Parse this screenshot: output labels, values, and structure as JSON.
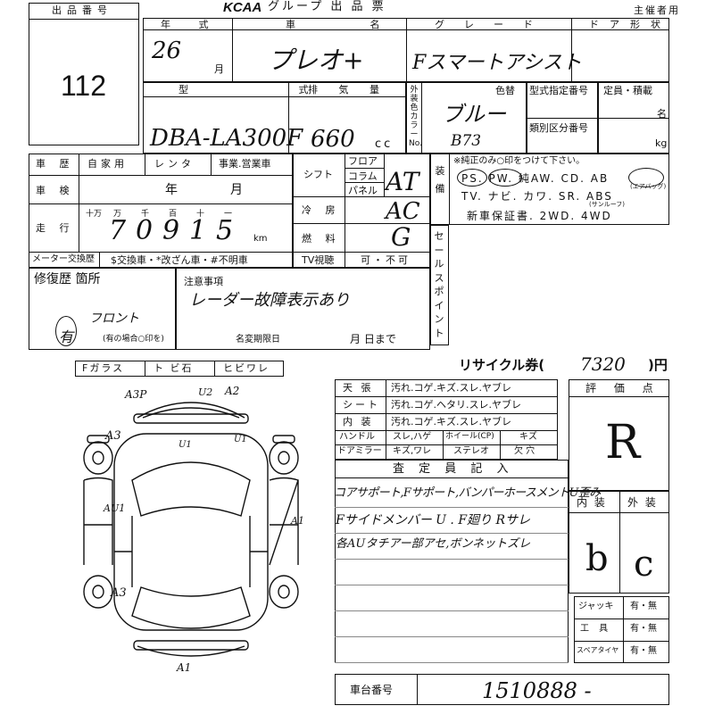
{
  "header": {
    "lot_label": "出品番号",
    "lot_number": "112",
    "brand": "KCAA",
    "title": "グループ 出 品 票",
    "organizer": "主催者用"
  },
  "top_row": {
    "year_label": "年 式",
    "car_label": "車 名",
    "grade_label": "グレード",
    "door_label": "ドア形状",
    "year": "26",
    "month_unit": "月",
    "car_name": "プレオ+",
    "grade": "Fスマートアシスト"
  },
  "model_row": {
    "model_label": "型 式",
    "displacement_label": "排 気 量",
    "model": "DBA-LA300F",
    "displacement": "660",
    "cc_unit": "cc",
    "exterior_color_label": "外装色カラーNo.",
    "color_replace_label": "色替",
    "color": "ブルー",
    "color_no": "B73",
    "designation_label": "型式指定番号",
    "category_label": "類別区分番号",
    "capacity_label": "定員・積載",
    "persons_unit": "名",
    "kg_unit": "kg"
  },
  "history": {
    "history_label": "車 歴",
    "private_label": "自家用",
    "rental_label": "レンタ",
    "business_label": "事業.営業車",
    "inspection_label": "車 検",
    "year_unit": "年",
    "month_unit": "月",
    "mileage_label": "走 行",
    "digit_labels": [
      "十万",
      "万",
      "千",
      "百",
      "十",
      "一"
    ],
    "mileage": "70915",
    "km_unit": "km",
    "meter_label": "メーター交換歴",
    "meter_options": "$交換車・*改ざん車・#不明車"
  },
  "specs": {
    "shift_label": "シフト",
    "shift_options": [
      "フロア",
      "コラム",
      "パネル"
    ],
    "shift": "AT",
    "ac_label": "冷 房",
    "ac": "AC",
    "fuel_label": "燃 料",
    "fuel": "G",
    "tv_label": "TV視聴",
    "tv_options": "可・不可"
  },
  "equipment": {
    "label": "装備",
    "note": "※純正のみ○印をつけて下さい。",
    "row1": "PS. PW. 純AW. CD. AB",
    "ab_sub": "(エアバッグ)",
    "row2": "TV. ナビ. カワ. SR. ABS",
    "sr_sub": "(サンルーフ)",
    "row3": "新車保証書. 2WD. 4WD"
  },
  "sales_point_label": "セールスポイント",
  "repair": {
    "label": "修復歴 箇所",
    "notes_label": "注意事項",
    "location": "フロント",
    "has_label": "有",
    "has_note": "(有の場合○印を)",
    "notes": "レーダー故障表示あり",
    "deadline_label": "名変期限日",
    "deadline_tail": "月 日まで"
  },
  "glass": {
    "label": "Fガラス",
    "stone": "ト ビ石",
    "crack": "ヒビワレ"
  },
  "diagram_marks": [
    "A3P",
    "U2",
    "A2",
    "A3",
    "U1",
    "U1",
    "AU1",
    "A1",
    "A3",
    "A1"
  ],
  "recycle": {
    "label": "リサイクル券(",
    "amount": "7320",
    "unit": ")円"
  },
  "interior_table": {
    "rows": [
      {
        "label": "天 張",
        "options": "汚れ.コゲ.キズ.スレ.ヤブレ"
      },
      {
        "label": "シート",
        "options": "汚れ.コゲ.ヘタリ.スレ.ヤブレ"
      },
      {
        "label": "内 装",
        "options": "汚れ.コゲ.キズ.スレ.ヤブレ"
      }
    ],
    "handle_label": "ハンドル",
    "handle_options": "スレ,ハゲ",
    "wheel_label": "ホイール(CP)",
    "wheel_options": "キズ",
    "mirror_label": "ドアミラー",
    "mirror_options": "キズ,ワレ",
    "stereo_label": "ステレオ",
    "stereo_options": "欠 穴"
  },
  "inspector": {
    "label": "査 定 員 記 入",
    "lines": [
      "コアサポート,Fサポート,バンパーホースメントU歪み",
      "Fサイドメンバー U . F廻り Rサレ",
      "各AUタチアー部アセ,ボンネットズレ"
    ]
  },
  "score": {
    "label": "評 価 点",
    "value": "R",
    "interior_label": "内 装",
    "exterior_label": "外 装",
    "interior": "b",
    "exterior": "c"
  },
  "tools": {
    "rows": [
      {
        "label": "ジャッキ",
        "value": "有・無"
      },
      {
        "label": "工 具",
        "value": "有・無"
      },
      {
        "label": "スペアタイヤ",
        "value": "有・無"
      }
    ]
  },
  "chassis": {
    "label": "車台番号",
    "value": "1510888 -"
  }
}
